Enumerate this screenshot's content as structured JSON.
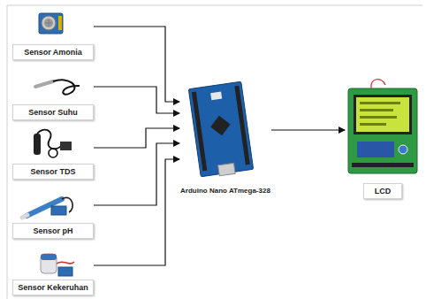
{
  "diagram": {
    "nodes": [
      {
        "text": [
          "Sensor Amonia"
        ]
      },
      {
        "text": [
          "Sensor Suhu"
        ]
      },
      {
        "text": [
          "Sensor TDS"
        ]
      },
      {
        "text": [
          "Sensor pH"
        ]
      },
      {
        "text": [
          "Sensor Kekeruhan"
        ]
      },
      {
        "text": [
          "Arduino Nano ATmega-328"
        ]
      },
      {
        "text": [
          "LCD"
        ]
      }
    ],
    "edges": [
      {
        "from": 0,
        "to": 5,
        "arrow": "to"
      },
      {
        "from": 1,
        "to": 5,
        "arrow": "to"
      },
      {
        "from": 2,
        "to": 5,
        "arrow": "to"
      },
      {
        "from": 3,
        "to": 5,
        "arrow": "to"
      },
      {
        "from": 4,
        "to": 5,
        "arrow": "to"
      },
      {
        "from": 5,
        "to": 6,
        "arrow": "to"
      }
    ]
  }
}
